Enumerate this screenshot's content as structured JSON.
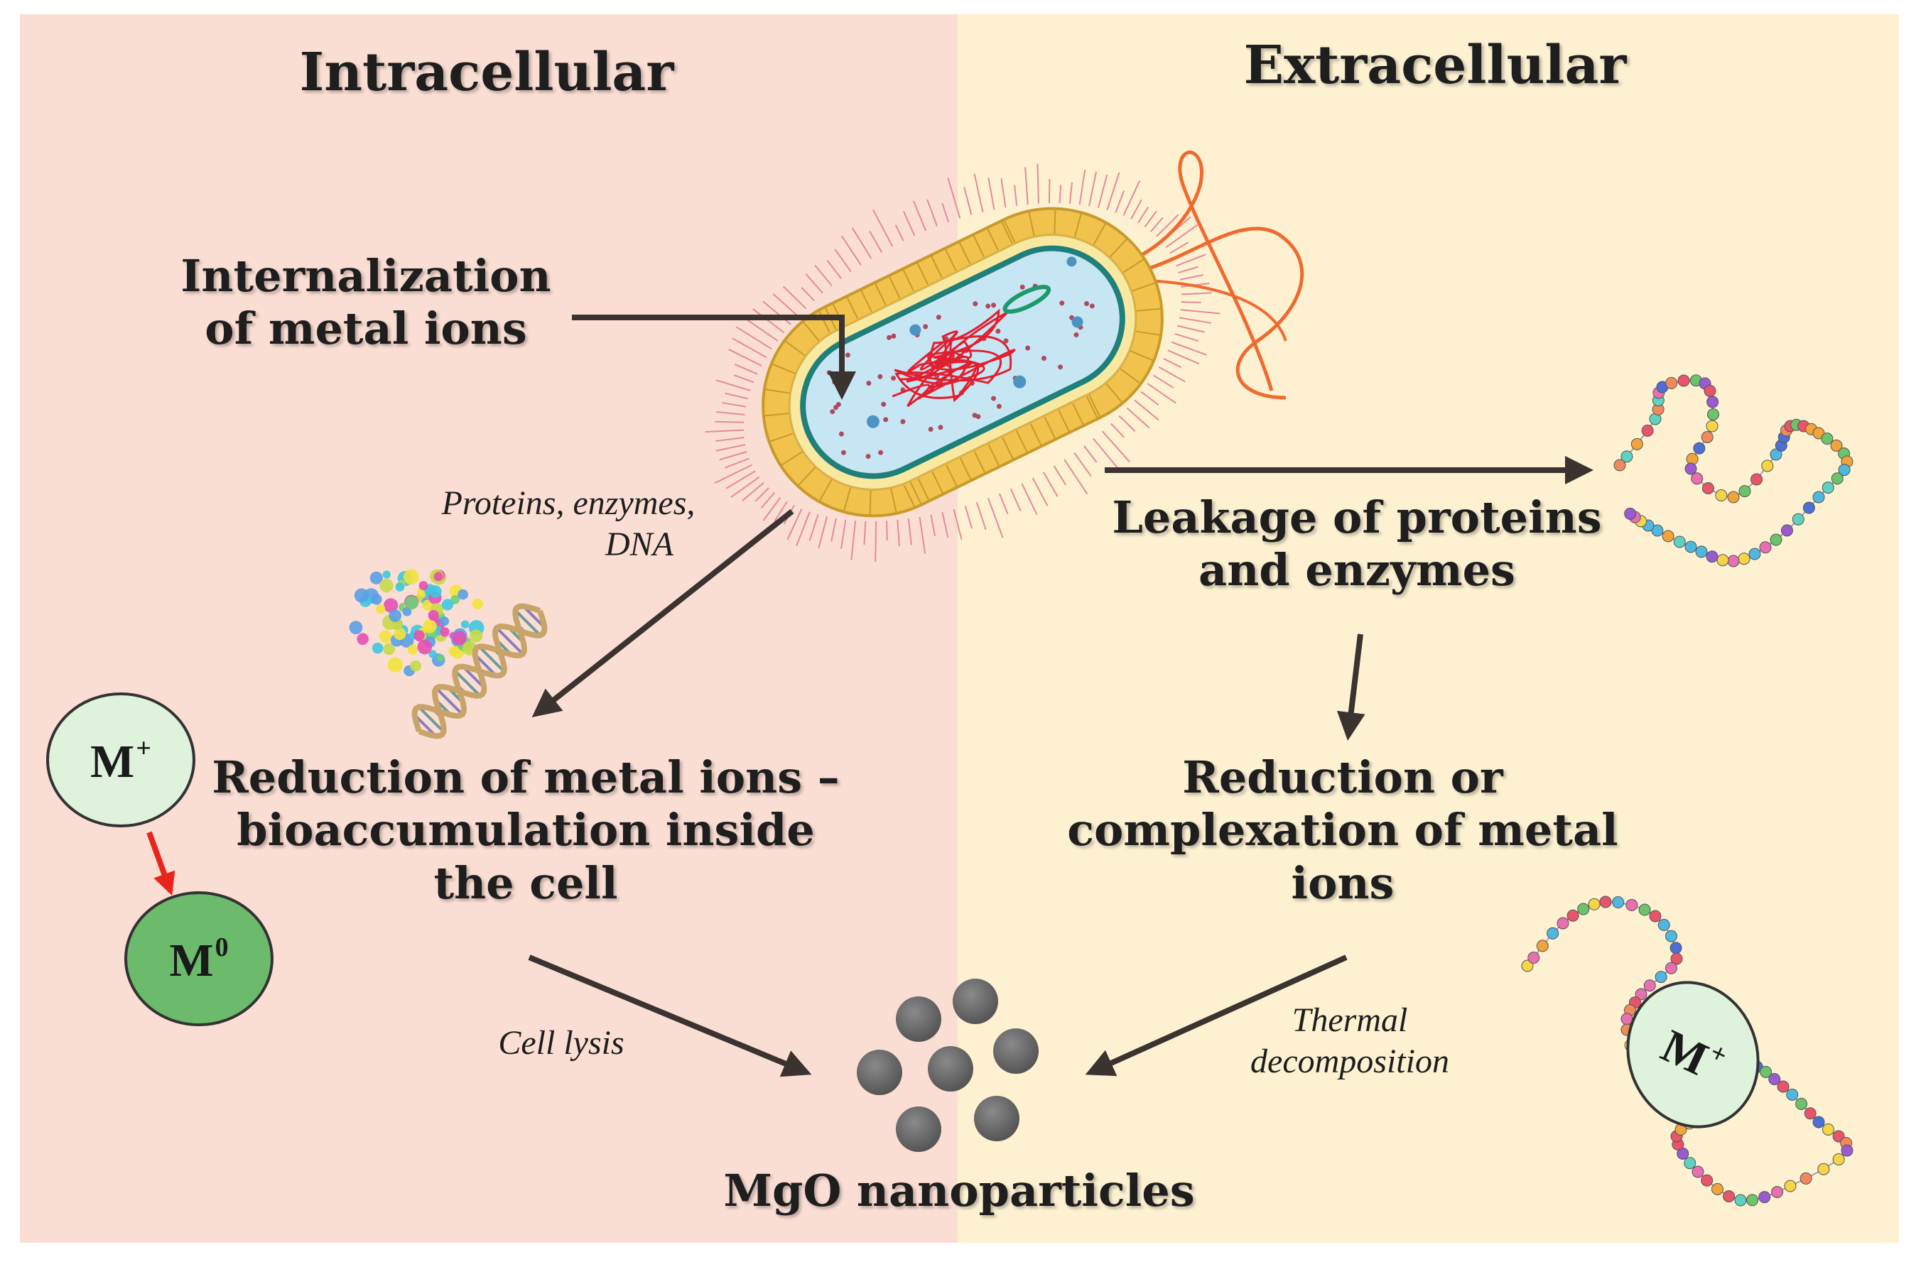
{
  "panels": {
    "left_title": "Intracellular",
    "right_title": "Extracellular"
  },
  "labels": {
    "internalization": [
      "Internalization",
      "of metal ions"
    ],
    "proteins_dna": [
      "Proteins, enzymes,",
      "DNA"
    ],
    "reduction_inside": [
      "Reduction of metal ions –",
      "bioaccumulation inside",
      "the cell"
    ],
    "leakage": [
      "Leakage of proteins",
      "and enzymes"
    ],
    "reduction_complex": [
      "Reduction or",
      "complexation of metal",
      "ions"
    ],
    "cell_lysis": "Cell lysis",
    "thermal": [
      "Thermal",
      "decomposition"
    ],
    "product": "MgO nanoparticles"
  },
  "ions": {
    "ion_symbol": "M",
    "charge": "+",
    "oxidation_zero": "0"
  },
  "colors": {
    "left_bg": "#fbded3",
    "right_bg": "#fdf1d2",
    "arrow": "#3a3330",
    "red_arrow": "#e8251c",
    "ion_plus_fill": "#dff2dc",
    "ion_zero_fill": "#6cbb6c",
    "nanoparticle": "#676767",
    "cell_wall": "#f1c24c",
    "cytoplasm": "#c7e6f4",
    "dna": "#e31e2e",
    "flagella": "#ef6a2f"
  }
}
